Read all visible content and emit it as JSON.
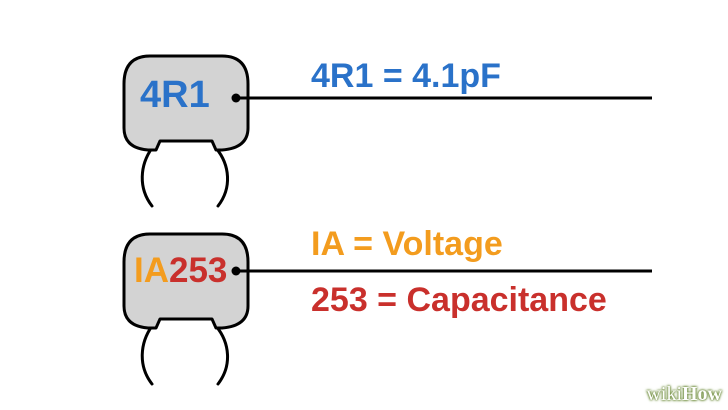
{
  "colors": {
    "blue": "#2a72c9",
    "orange": "#f39c1e",
    "red": "#c9302c",
    "body_fill": "#d3d3d3",
    "line": "#000000",
    "watermark_green": "#6d8b3a"
  },
  "capacitor_top": {
    "code": "4R1",
    "description": "4R1 = 4.1pF"
  },
  "capacitor_bottom": {
    "code_part1": "IA",
    "code_part2": "253",
    "description_1": "IA = Voltage",
    "description_2": "253 = Capacitance"
  },
  "watermark": {
    "part1": "wiki",
    "part2": "How"
  }
}
